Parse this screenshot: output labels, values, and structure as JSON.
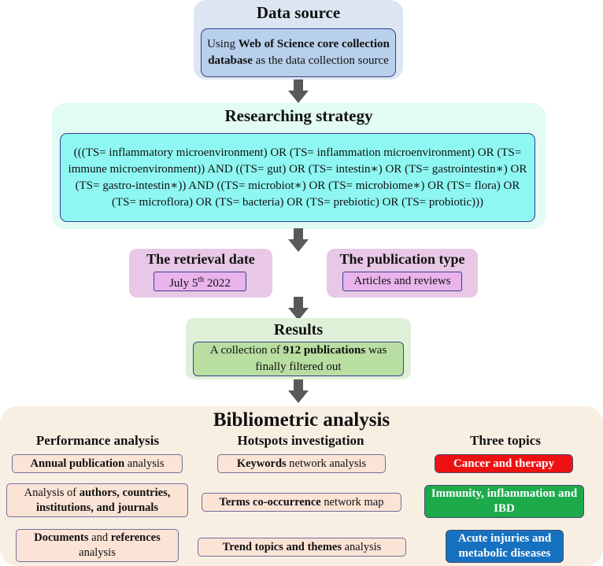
{
  "data_source": {
    "title": "Data source",
    "text_prefix": "Using ",
    "text_bold": "Web of Science core collection database",
    "text_suffix": " as the data collection source"
  },
  "strategy": {
    "title": "Researching strategy",
    "query": "(((TS= inflammatory microenvironment) OR (TS= inflammation microenvironment) OR (TS= immune microenvironment)) AND ((TS= gut) OR (TS= intestin∗) OR (TS= gastrointestin∗) OR (TS= gastro-intestin∗)) AND ((TS= microbiot∗) OR (TS= microbiome∗) OR (TS= flora) OR (TS= microflora) OR (TS= bacteria) OR (TS= prebiotic) OR (TS= probiotic)))"
  },
  "retrieval": {
    "title": "The retrieval date",
    "date_prefix": "July 5",
    "date_sup": "th",
    "date_suffix": " 2022"
  },
  "publication_type": {
    "title": "The publication type",
    "value": "Articles and reviews"
  },
  "results": {
    "title": "Results",
    "text_prefix": "A collection of ",
    "text_bold": "912 publications",
    "text_suffix": " was finally filtered out"
  },
  "bibliometric": {
    "title": "Bibliometric analysis",
    "performance": {
      "heading": "Performance analysis",
      "items": [
        {
          "bold": "Annual publication",
          "rest": " analysis"
        },
        {
          "pre": "Analysis of ",
          "bold": "authors, countries, institutions, and journals"
        },
        {
          "bold": "Documents",
          "mid": " and ",
          "bold2": "references",
          "rest": " analysis"
        }
      ]
    },
    "hotspots": {
      "heading": "Hotspots investigation",
      "items": [
        {
          "bold": "Keywords",
          "rest": " network analysis"
        },
        {
          "bold": "Terms co-occurrence",
          "rest": " network map"
        },
        {
          "bold": "Trend topics and themes",
          "rest": " analysis"
        }
      ]
    },
    "topics": {
      "heading": "Three topics",
      "items": [
        {
          "label": "Cancer and therapy",
          "color": "#ee1111"
        },
        {
          "label": "Immunity, inflammation and IBD",
          "color": "#1daa4a"
        },
        {
          "label": "Acute injuries and metabolic diseases",
          "color": "#1672c0"
        }
      ]
    }
  },
  "colors": {
    "data_source_panel": "#dce6f2",
    "data_source_box": "#b8d0ec",
    "strategy_panel": "#e2fbf4",
    "strategy_box": "#8ef7f2",
    "pink_panel": "#e8c8e6",
    "pink_box": "#e9b4ec",
    "results_panel": "#dff0d8",
    "results_box": "#b9dea2",
    "analysis_panel": "#f8efe3",
    "arrow": "#595959"
  }
}
